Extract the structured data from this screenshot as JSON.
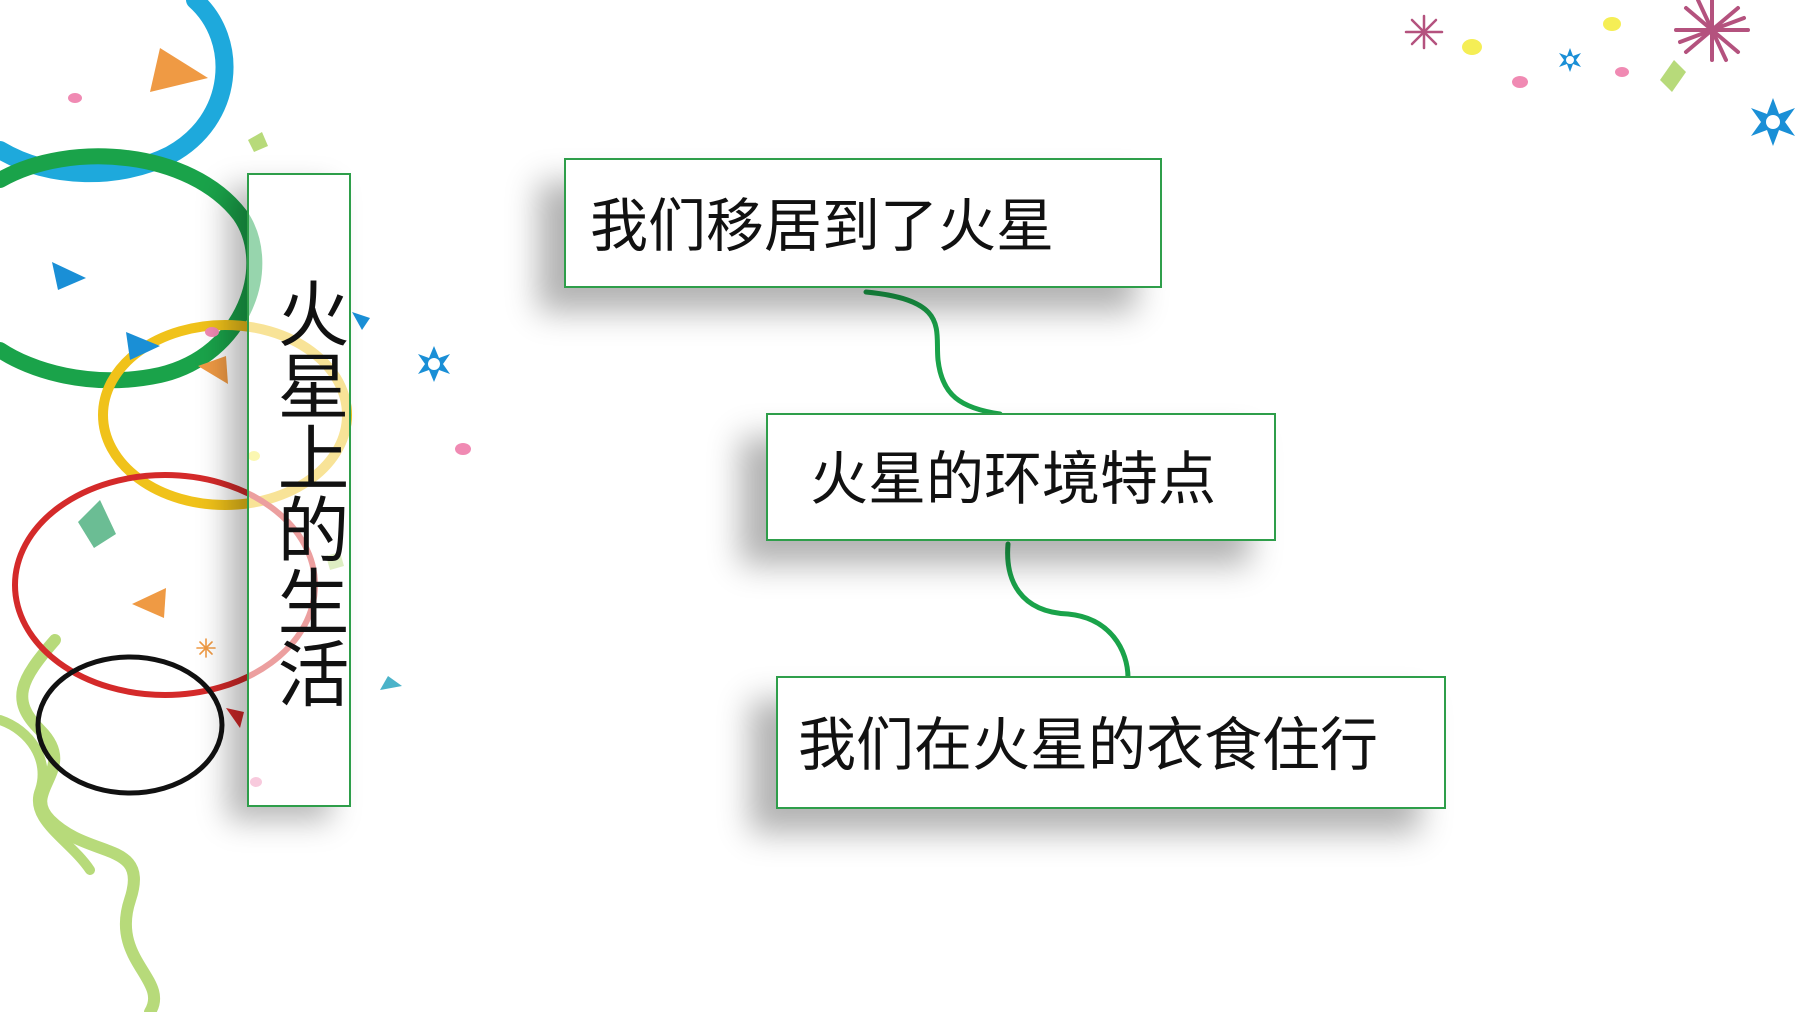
{
  "slide": {
    "title": "火星上的生活",
    "topics": [
      "我们移居到了火星",
      "火星的环境特点",
      "我们在火星的衣食住行"
    ]
  },
  "colors": {
    "border_green": "#2e9e4a",
    "connector_green": "#1aa34a",
    "ribbon_blue": "#1ea9dc",
    "ribbon_green": "#1aa34a",
    "ribbon_yellow": "#f0c21a",
    "ribbon_red": "#d42a2a",
    "ribbon_black": "#111111",
    "streamer_lightgreen": "#b7da7a",
    "confetti_orange": "#ef9a44",
    "confetti_blue": "#1a8fd6",
    "confetti_pink": "#f08ab3",
    "confetti_yellow": "#f5ee55",
    "star_purple": "#b4527e"
  },
  "icons": [
    "confetti-ribbons",
    "star-burst-icon",
    "snowflake-star-icon"
  ]
}
